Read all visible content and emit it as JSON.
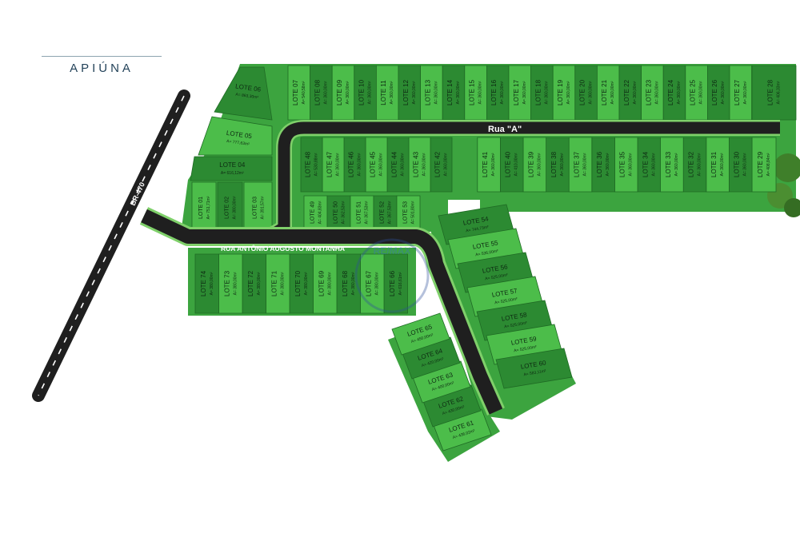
{
  "brand": {
    "name": "APIÚNA"
  },
  "roads": {
    "highway": "BR-470",
    "street_a": "Rua \"A\"",
    "main_street": "RUA ANTÔNIO AUGUSTO MONTANHA"
  },
  "watermark": "RE/MAX",
  "colors": {
    "lot_light": "#4cbd4a",
    "lot_dark": "#2c8a32",
    "road": "#1f1f1f",
    "road_edge": "#7fd06a"
  },
  "lots": [
    {
      "id": "LOTE 01",
      "area": "A= 751,71m²"
    },
    {
      "id": "LOTE 02",
      "area": "A= 380,00m²"
    },
    {
      "id": "LOTE 03",
      "area": "A= 391,57m²"
    },
    {
      "id": "LOTE 04",
      "area": "A= 616,12m²"
    },
    {
      "id": "LOTE 05",
      "area": "A= 777,63m²"
    },
    {
      "id": "LOTE 06",
      "area": "A= 863,30m²"
    },
    {
      "id": "LOTE 07",
      "area": "A= 540,58m²"
    },
    {
      "id": "LOTE 08",
      "area": "A= 360,00m²"
    },
    {
      "id": "LOTE 09",
      "area": "A= 360,00m²"
    },
    {
      "id": "LOTE 10",
      "area": "A= 360,00m²"
    },
    {
      "id": "LOTE 11",
      "area": "A= 360,00m²"
    },
    {
      "id": "LOTE 12",
      "area": "A= 360,00m²"
    },
    {
      "id": "LOTE 13",
      "area": "A= 360,00m²"
    },
    {
      "id": "LOTE 14",
      "area": "A= 360,00m²"
    },
    {
      "id": "LOTE 15",
      "area": "A= 360,00m²"
    },
    {
      "id": "LOTE 16",
      "area": "A= 360,00m²"
    },
    {
      "id": "LOTE 17",
      "area": "A= 360,00m²"
    },
    {
      "id": "LOTE 18",
      "area": "A= 360,00m²"
    },
    {
      "id": "LOTE 19",
      "area": "A= 360,00m²"
    },
    {
      "id": "LOTE 20",
      "area": "A= 360,00m²"
    },
    {
      "id": "LOTE 21",
      "area": "A= 360,00m²"
    },
    {
      "id": "LOTE 22",
      "area": "A= 360,00m²"
    },
    {
      "id": "LOTE 23",
      "area": "A= 360,00m²"
    },
    {
      "id": "LOTE 24",
      "area": "A= 360,00m²"
    },
    {
      "id": "LOTE 25",
      "area": "A= 360,00m²"
    },
    {
      "id": "LOTE 26",
      "area": "A= 360,00m²"
    },
    {
      "id": "LOTE 27",
      "area": "A= 360,00m²"
    },
    {
      "id": "LOTE 28",
      "area": "A= 406,33m²"
    },
    {
      "id": "LOTE 29",
      "area": "A= 408,84m²"
    },
    {
      "id": "LOTE 30",
      "area": "A= 360,00m²"
    },
    {
      "id": "LOTE 31",
      "area": "A= 360,00m²"
    },
    {
      "id": "LOTE 32",
      "area": "A= 360,00m²"
    },
    {
      "id": "LOTE 33",
      "area": "A= 360,00m²"
    },
    {
      "id": "LOTE 34",
      "area": "A= 360,00m²"
    },
    {
      "id": "LOTE 35",
      "area": "A= 360,00m²"
    },
    {
      "id": "LOTE 36",
      "area": "A= 360,00m²"
    },
    {
      "id": "LOTE 37",
      "area": "A= 360,00m²"
    },
    {
      "id": "LOTE 38",
      "area": "A= 360,00m²"
    },
    {
      "id": "LOTE 39",
      "area": "A= 360,00m²"
    },
    {
      "id": "LOTE 40",
      "area": "A= 410,00m²"
    },
    {
      "id": "LOTE 41",
      "area": "A= 360,00m²"
    },
    {
      "id": "LOTE 42",
      "area": "A= 360,00m²"
    },
    {
      "id": "LOTE 43",
      "area": "A= 360,00m²"
    },
    {
      "id": "LOTE 44",
      "area": "A= 360,00m²"
    },
    {
      "id": "LOTE 45",
      "area": "A= 360,00m²"
    },
    {
      "id": "LOTE 46",
      "area": "A= 360,00m²"
    },
    {
      "id": "LOTE 47",
      "area": "A= 360,00m²"
    },
    {
      "id": "LOTE 48",
      "area": "A= 530,88m²"
    },
    {
      "id": "LOTE 49",
      "area": "A= 404,83m²"
    },
    {
      "id": "LOTE 50",
      "area": "A= 362,53m²"
    },
    {
      "id": "LOTE 51",
      "area": "A= 367,53m²"
    },
    {
      "id": "LOTE 52",
      "area": "A= 367,53m²"
    },
    {
      "id": "LOTE 53",
      "area": "A= 501,80m²"
    },
    {
      "id": "LOTE 54",
      "area": "A= 744,73m²"
    },
    {
      "id": "LOTE 55",
      "area": "A= 536,00m²"
    },
    {
      "id": "LOTE 56",
      "area": "A= 525,00m²"
    },
    {
      "id": "LOTE 57",
      "area": "A= 525,00m²"
    },
    {
      "id": "LOTE 58",
      "area": "A= 525,00m²"
    },
    {
      "id": "LOTE 59",
      "area": "A= 525,00m²"
    },
    {
      "id": "LOTE 60",
      "area": "A= 583,11m²"
    },
    {
      "id": "LOTE 61",
      "area": "A= 436,02m²"
    },
    {
      "id": "LOTE 62",
      "area": "A= 430,00m²"
    },
    {
      "id": "LOTE 63",
      "area": "A= 400,00m²"
    },
    {
      "id": "LOTE 64",
      "area": "A= 420,00m²"
    },
    {
      "id": "LOTE 65",
      "area": "A= 450,00m²"
    },
    {
      "id": "LOTE 66",
      "area": "A= 616,61m²"
    },
    {
      "id": "LOTE 67",
      "area": "A= 380,00m²"
    },
    {
      "id": "LOTE 68",
      "area": "A= 380,00m²"
    },
    {
      "id": "LOTE 69",
      "area": "A= 380,00m²"
    },
    {
      "id": "LOTE 70",
      "area": "A= 380,00m²"
    },
    {
      "id": "LOTE 71",
      "area": "A= 380,00m²"
    },
    {
      "id": "LOTE 72",
      "area": "A= 380,00m²"
    },
    {
      "id": "LOTE 73",
      "area": "A= 380,00m²"
    },
    {
      "id": "LOTE 74",
      "area": "A= 380,00m²"
    }
  ]
}
